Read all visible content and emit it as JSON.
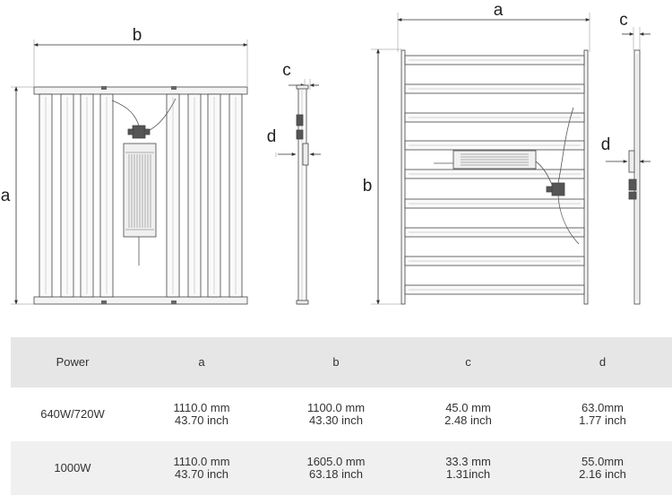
{
  "diagram": {
    "front_view": {
      "label_width": "b",
      "label_height": "a"
    },
    "side_view_1": {
      "label_top": "c",
      "label_side": "d"
    },
    "front_view_2": {
      "label_width": "a",
      "label_height": "b"
    },
    "side_view_2": {
      "label_top": "c",
      "label_side": "d"
    }
  },
  "table": {
    "headers": [
      "Power",
      "a",
      "b",
      "c",
      "d"
    ],
    "rows": [
      {
        "power": "640W/720W",
        "a": [
          "1110.0 mm",
          "43.70 inch"
        ],
        "b": [
          "1100.0 mm",
          "43.30 inch"
        ],
        "c": [
          "45.0 mm",
          "2.48 inch"
        ],
        "d": [
          "63.0mm",
          "1.77 inch"
        ]
      },
      {
        "power": "1000W",
        "a": [
          "1110.0 mm",
          "43.70 inch"
        ],
        "b": [
          "1605.0 mm",
          "63.18 inch"
        ],
        "c": [
          "33.3 mm",
          "1.31inch"
        ],
        "d": [
          "55.0mm",
          "2.16 inch"
        ]
      }
    ]
  },
  "colors": {
    "header_bg": "#e6e6e6",
    "row_alt_bg": "#f0f0f0",
    "line": "#444444"
  }
}
